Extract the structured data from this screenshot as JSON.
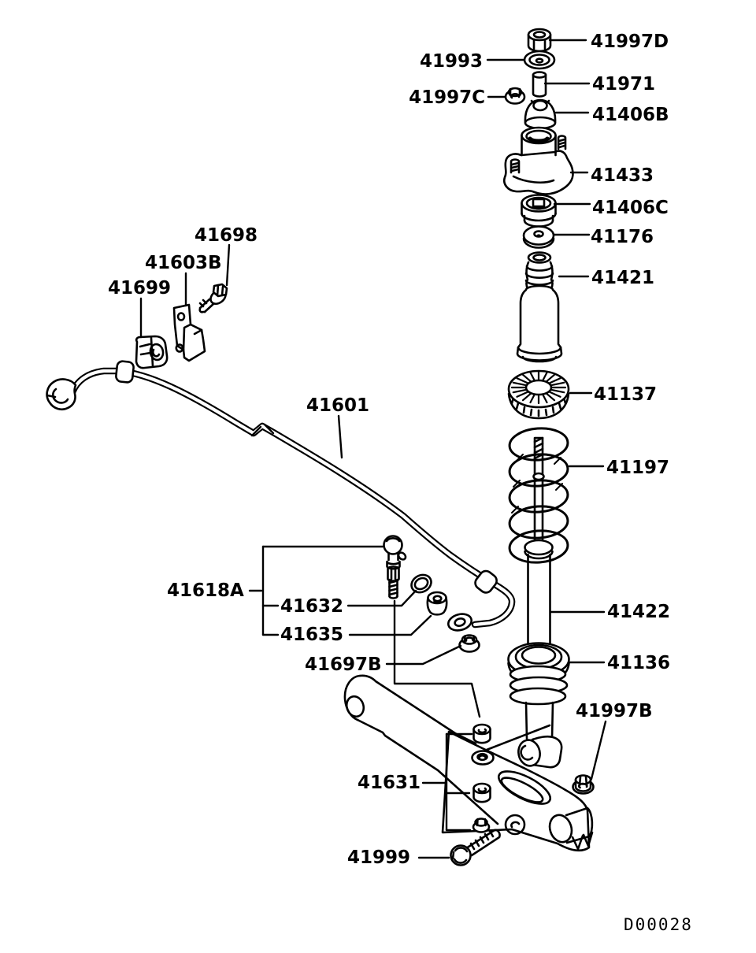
{
  "diagram": {
    "type": "exploded-parts-diagram",
    "subject": "rear-suspension-shock-absorber-and-stabilizer",
    "drawing_code": "D00028",
    "colors": {
      "background": "#ffffff",
      "line": "#000000"
    },
    "labels": [
      {
        "part_no": "41997D"
      },
      {
        "part_no": "41993"
      },
      {
        "part_no": "41971"
      },
      {
        "part_no": "41997C"
      },
      {
        "part_no": "41406B"
      },
      {
        "part_no": "41433"
      },
      {
        "part_no": "41406C"
      },
      {
        "part_no": "41176"
      },
      {
        "part_no": "41421"
      },
      {
        "part_no": "41137"
      },
      {
        "part_no": "41197"
      },
      {
        "part_no": "41422"
      },
      {
        "part_no": "41136"
      },
      {
        "part_no": "41997B"
      },
      {
        "part_no": "41698"
      },
      {
        "part_no": "41603B"
      },
      {
        "part_no": "41699"
      },
      {
        "part_no": "41601"
      },
      {
        "part_no": "41618A"
      },
      {
        "part_no": "41632"
      },
      {
        "part_no": "41635"
      },
      {
        "part_no": "41697B"
      },
      {
        "part_no": "41631"
      },
      {
        "part_no": "41999"
      }
    ]
  }
}
